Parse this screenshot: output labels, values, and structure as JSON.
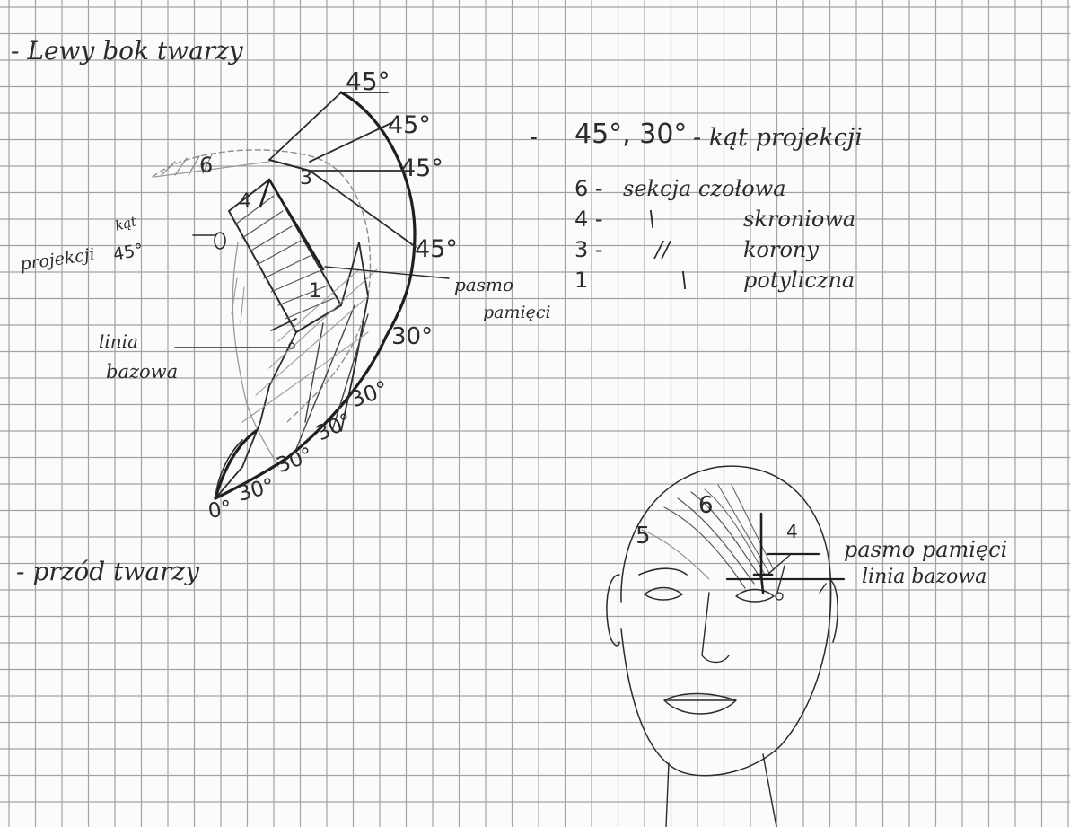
{
  "sections": {
    "side_view_title": "- Lewy bok twarzy",
    "front_view_title": "- przód twarzy"
  },
  "side_view": {
    "angles": {
      "top": "45°",
      "a2": "45°",
      "a3": "45°",
      "a4": "45°",
      "b1": "30°",
      "b2": "30°",
      "b3": "30°",
      "b4": "30°",
      "b5": "30°",
      "zero": "0°"
    },
    "section_numbers": {
      "n6": "6",
      "n4": "4",
      "n3": "3",
      "n1": "1"
    },
    "labels": {
      "kat": "kąt",
      "projekcji": "projekcji",
      "kat_45": "45°",
      "linia": "linia",
      "bazowa": "bazowa",
      "pasmo": "pasmo",
      "pamieci": "pamięci"
    }
  },
  "legend": {
    "header_dash": "-",
    "header_angles": "45°, 30°",
    "header_text": "- kąt projekcji",
    "rows": [
      {
        "num": "6 -",
        "text": "sekcja czołowa"
      },
      {
        "num": "4 -",
        "text": "skroniowa"
      },
      {
        "num": "3 -",
        "text": "korony"
      },
      {
        "num": "1",
        "text": "potyliczna"
      }
    ]
  },
  "front_view": {
    "numbers": {
      "n6": "6",
      "n5": "5",
      "n4": "4"
    },
    "labels": {
      "pasmo_pamieci": "pasmo pamięci",
      "linia_bazowa": "linia bazowa"
    }
  },
  "colors": {
    "paper": "#fbfbf9",
    "grid": "#9a9a9a",
    "ink": "#2b2b2b",
    "pencil": "#8a8a8a"
  }
}
